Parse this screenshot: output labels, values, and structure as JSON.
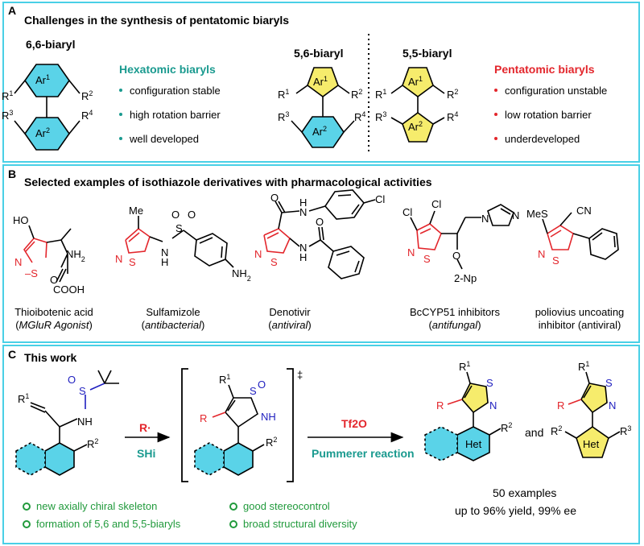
{
  "panelA": {
    "label": "A",
    "title": "Challenges in the synthesis of pentatomic biaryls",
    "left_type": "6,6-biaryl",
    "middle_type": "5,6-biaryl",
    "right_type": "5,5-biaryl",
    "hexatomic_heading": "Hexatomic biaryls",
    "hexatomic_points": [
      "configuration stable",
      "high rotation barrier",
      "well developed"
    ],
    "pentatomic_heading": "Pentatomic biaryls",
    "pentatomic_points": [
      "configuration unstable",
      "low rotation barrier",
      "underdeveloped"
    ]
  },
  "panelB": {
    "label": "B",
    "title": "Selected examples of isothiazole derivatives with pharmacological activities",
    "compounds": [
      {
        "name": "Thioibotenic acid",
        "note": "MGluR Agonist"
      },
      {
        "name": "Sulfamizole",
        "note": "antibacterial"
      },
      {
        "name": "Denotivir",
        "note": "antiviral"
      },
      {
        "name": "BcCYP51 inhibitors",
        "note": "antifungal"
      },
      {
        "name": "poliovius uncoating",
        "note": "inhibitor (antiviral)"
      }
    ]
  },
  "panelC": {
    "label": "C",
    "title": "This work",
    "radical": "R·",
    "shi": "SHi",
    "reagent": "Tf2O",
    "reaction_name": "Pummerer reaction",
    "and_word": "and",
    "examples": "50 examples",
    "yield": "up to 96% yield, 99% ee",
    "features": [
      "new axially chiral skeleton",
      "formation of 5,6 and 5,5-biaryls",
      "good stereocontrol",
      "broad structural diversity"
    ]
  },
  "colors": {
    "border": "#49d0e6",
    "teal": "#1a9a8f",
    "red": "#e3262c",
    "green": "#219a3c",
    "cyan_fill": "#5ad3e8",
    "yellow_fill": "#f6ec6c",
    "blue_label": "#1f1fbf"
  }
}
